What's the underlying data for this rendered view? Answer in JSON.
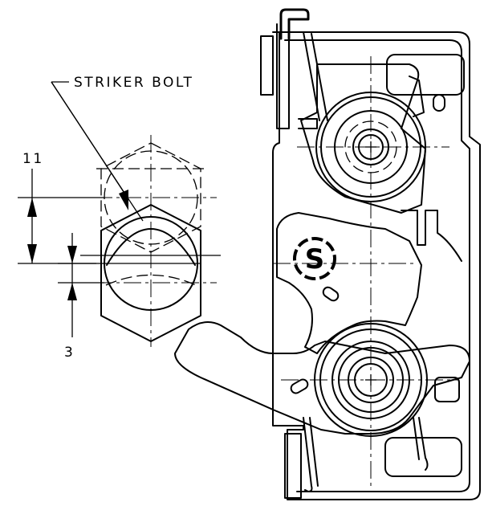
{
  "labels": {
    "callout": "STRIKER BOLT",
    "dim_upper": "11",
    "dim_lower": "3"
  },
  "logo_mark": "S",
  "colors": {
    "line": "#000000",
    "background": "#ffffff"
  }
}
